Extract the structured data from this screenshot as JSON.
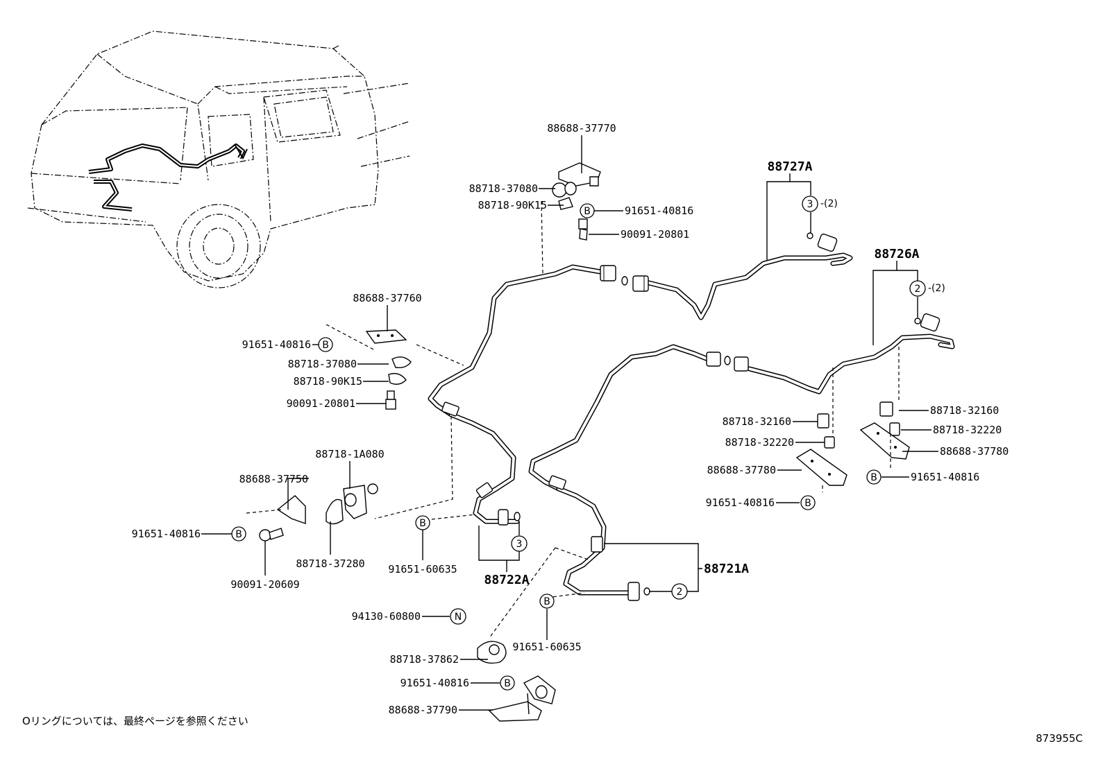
{
  "labels": {
    "p88688_37770": "88688-37770",
    "p88718_37080_top": "88718-37080",
    "p88718_90K15_top": "88718-90K15",
    "p91651_40816_top": "91651-40816",
    "p90091_20801_top": "90091-20801",
    "p88727A": "88727A",
    "p88726A": "88726A",
    "p88688_37760": "88688-37760",
    "p91651_40816_left": "91651-40816",
    "p88718_37080_left": "88718-37080",
    "p88718_90K15_left": "88718-90K15",
    "p90091_20801_left": "90091-20801",
    "p88718_1A080": "88718-1A080",
    "p88688_37750": "88688-37750",
    "p91651_40816_far": "91651-40816",
    "p88718_37280": "88718-37280",
    "p90091_20609": "90091-20609",
    "p91651_60635_a": "91651-60635",
    "p88722A": "88722A",
    "p88721A": "88721A",
    "p94130_60800": "94130-60800",
    "p91651_60635_b": "91651-60635",
    "p88718_37862": "88718-37862",
    "p91651_40816_bottom": "91651-40816",
    "p88688_37790": "88688-37790",
    "p88718_32160_mid": "88718-32160",
    "p88718_32220_mid": "88718-32220",
    "p88688_37780_mid": "88688-37780",
    "p91651_40816_mid": "91651-40816",
    "p88718_32160_right": "88718-32160",
    "p88718_32220_right": "88718-32220",
    "p88688_37780_right": "88688-37780",
    "p91651_40816_right": "91651-40816"
  },
  "symbols": {
    "b": "B",
    "n": "N",
    "two": "2",
    "three": "3",
    "qty_two": "-(2)"
  },
  "note": "Oリングについては、最終ページを参照ください",
  "ref_code": "873955C"
}
